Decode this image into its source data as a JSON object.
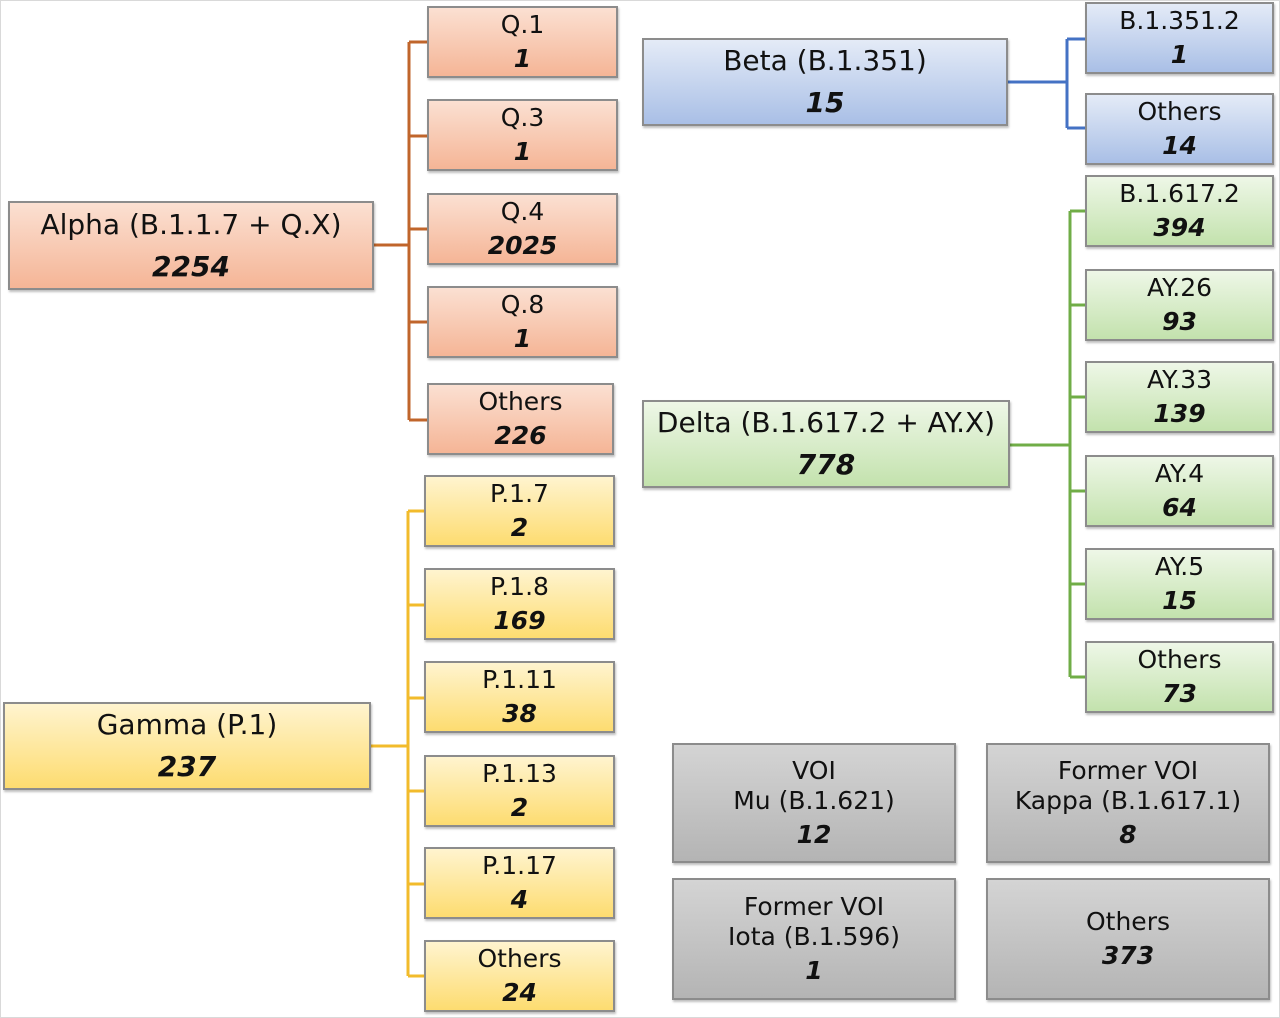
{
  "colors": {
    "alpha_line": "#c0652b",
    "gamma_line": "#f2bb2b",
    "beta_line": "#4472c4",
    "delta_line": "#70ad47"
  },
  "alpha": {
    "name": "Alpha (B.1.1.7 + Q.X)",
    "count": "2254",
    "children": [
      {
        "name": "Q.1",
        "count": "1"
      },
      {
        "name": "Q.3",
        "count": "1"
      },
      {
        "name": "Q.4",
        "count": "2025"
      },
      {
        "name": "Q.8",
        "count": "1"
      },
      {
        "name": "Others",
        "count": "226"
      }
    ]
  },
  "gamma": {
    "name": "Gamma (P.1)",
    "count": "237",
    "children": [
      {
        "name": "P.1.7",
        "count": "2"
      },
      {
        "name": "P.1.8",
        "count": "169"
      },
      {
        "name": "P.1.11",
        "count": "38"
      },
      {
        "name": "P.1.13",
        "count": "2"
      },
      {
        "name": "P.1.17",
        "count": "4"
      },
      {
        "name": "Others",
        "count": "24"
      }
    ]
  },
  "beta": {
    "name": "Beta (B.1.351)",
    "count": "15",
    "children": [
      {
        "name": "B.1.351.2",
        "count": "1"
      },
      {
        "name": "Others",
        "count": "14"
      }
    ]
  },
  "delta": {
    "name": "Delta (B.1.617.2 + AY.X)",
    "count": "778",
    "children": [
      {
        "name": "B.1.617.2",
        "count": "394"
      },
      {
        "name": "AY.26",
        "count": "93"
      },
      {
        "name": "AY.33",
        "count": "139"
      },
      {
        "name": "AY.4",
        "count": "64"
      },
      {
        "name": "AY.5",
        "count": "15"
      },
      {
        "name": "Others",
        "count": "73"
      }
    ]
  },
  "other_boxes": [
    {
      "line1": "VOI",
      "line2": "Mu (B.1.621)",
      "count": "12"
    },
    {
      "line1": "Former VOI",
      "line2": "Kappa (B.1.617.1)",
      "count": "8"
    },
    {
      "line1": "Former VOI",
      "line2": "Iota (B.1.596)",
      "count": "1"
    },
    {
      "line1": "",
      "line2": "Others",
      "count": "373"
    }
  ]
}
